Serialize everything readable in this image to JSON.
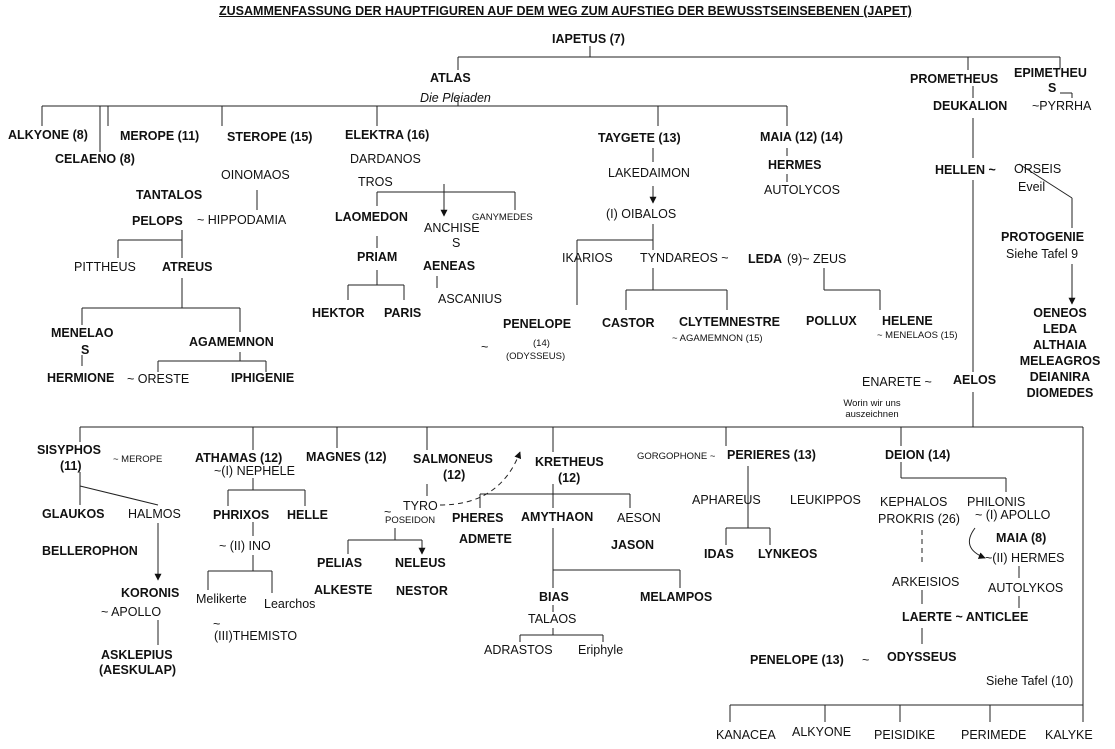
{
  "title": "ZUSAMMENFASSUNG DER HAUPTFIGUREN AUF DEM WEG ZUM AUFSTIEG DER BEWUSSTSEINSEBENEN (JAPET)",
  "nodes": {
    "iapetus": "IAPETUS (7)",
    "atlas": "ATLAS",
    "pleiaden": "Die Pleiaden",
    "prometheus": "PROMETHEUS",
    "epimetheus_1": "EPIMETHEU",
    "epimetheus_2": "S",
    "pyrrha": "~PYRRHA",
    "deukalion": "DEUKALION",
    "alkyone8": "ALKYONE (8)",
    "celaeno": "CELAENO (8)",
    "merope11": "MEROPE (11)",
    "sterope": "STEROPE (15)",
    "oinomaos": "OINOMAOS",
    "elektra": "ELEKTRA (16)",
    "dardanos": "DARDANOS",
    "tros": "TROS",
    "taygete": "TAYGETE (13)",
    "lakedaimon": "LAKEDAIMON",
    "oibalos": "(I) OIBALOS",
    "maia1214": "MAIA (12) (14)",
    "hermes_top": "HERMES",
    "autolycos": "AUTOLYCOS",
    "hellen": "HELLEN ~",
    "orseis": "ORSEIS",
    "eveil": "Eveil",
    "tantalos": "TANTALOS",
    "pelops": "PELOPS",
    "hippodamia": "~ HIPPODAMIA",
    "laomedon": "LAOMEDON",
    "anchises_1": "ANCHISE",
    "anchises_2": "S",
    "ganymedes": "GANYMEDES",
    "ikarios": "IKARIOS",
    "tyndareos": "TYNDAREOS ~",
    "leda_1": "LEDA",
    "leda_2": "(9)~ ZEUS",
    "protogenie": "PROTOGENIE",
    "siehe9": "Siehe Tafel 9",
    "pittheus": "PITTHEUS",
    "atreus": "ATREUS",
    "priam": "PRIAM",
    "aeneas": "AENEAS",
    "ascanius": "ASCANIUS",
    "hektor": "HEKTOR",
    "paris": "PARIS",
    "penelope14_name": "PENELOPE",
    "penelope14_tilde": "~",
    "penelope14_num": "(14)",
    "odysseus_paren": "(ODYSSEUS)",
    "castor": "CASTOR",
    "clytemnestre": "CLYTEMNESTRE",
    "agamemnon15": "~ AGAMEMNON (15)",
    "pollux": "POLLUX",
    "helene": "HELENE",
    "menelaos15": "~ MENELAOS (15)",
    "oeneos": "OENEOS",
    "leda_r": "LEDA",
    "althaia": "ALTHAIA",
    "meleagros": "MELEAGROS",
    "deianira": "DEIANIRA",
    "diomedes": "DIOMEDES",
    "menelaos_1": "MENELAO",
    "menelaos_2": "S",
    "agamemnon": "AGAMEMNON",
    "hermione": "HERMIONE",
    "oreste": "~ ORESTE",
    "iphigenie": "IPHIGENIE",
    "enarete": "ENARETE ~",
    "aelos": "AELOS",
    "worin_1": "Worin wir uns",
    "worin_2": "auszeichnen",
    "sisyphos_1": "SISYPHOS",
    "sisyphos_2": "(11)",
    "merope_sis": "~ MEROPE",
    "athamas": "ATHAMAS (12)",
    "nephele": "~(I) NEPHELE",
    "magnes": "MAGNES (12)",
    "salmoneus_1": "SALMONEUS",
    "salmoneus_2": "(12)",
    "kretheus_1": "KRETHEUS",
    "kretheus_2": "(12)",
    "gorgophone": "GORGOPHONE ~",
    "perieres": "PERIERES (13)",
    "deion": "DEION (14)",
    "glaukos": "GLAUKOS",
    "halmos": "HALMOS",
    "phrixos": "PHRIXOS",
    "helle": "HELLE",
    "tyro": "TYRO",
    "tyro_tilde": "~",
    "poseidon": "POSEIDON",
    "pheres": "PHERES",
    "admete": "ADMETE",
    "amythaon": "AMYTHAON",
    "aeson": "AESON",
    "jason": "JASON",
    "aphareus": "APHAREUS",
    "leukippos": "LEUKIPPOS",
    "kephalos": "KEPHALOS",
    "prokris": "PROKRIS (26)",
    "philonis": "PHILONIS",
    "apollo_i": "~ (I) APOLLO",
    "maia8": "MAIA (8)",
    "hermes_ii": "~(II) HERMES",
    "bellerophon": "BELLEROPHON",
    "ino": "~ (II) INO",
    "pelias": "PELIAS",
    "neleus": "NELEUS",
    "idas": "IDAS",
    "lynkeos": "LYNKEOS",
    "arkeisios": "ARKEISIOS",
    "autolykos": "AUTOLYKOS",
    "koronis": "KORONIS",
    "apollo": "~ APOLLO",
    "melikerte": "Melikerte",
    "learchos": "Learchos",
    "alkeste": "ALKESTE",
    "nestor": "NESTOR",
    "bias": "BIAS",
    "melampos": "MELAMPOS",
    "laerte": "LAERTE ~ ANTICLEE",
    "themisto_1": "~",
    "themisto_2": "(III)THEMISTO",
    "talaos": "TALAOS",
    "asklepius": "ASKLEPIUS",
    "aeskulap": "(AESKULAP)",
    "adrastos": "ADRASTOS",
    "eriphyle": "Eriphyle",
    "penelope13": "PENELOPE (13)",
    "penelope13_tilde": "~",
    "odysseus": "ODYSSEUS",
    "siehe10": "Siehe Tafel (10)",
    "kanacea": "KANACEA",
    "alkyone_b": "ALKYONE",
    "peisidike": "PEISIDIKE",
    "perimede": "PERIMEDE",
    "kalyke": "KALYKE"
  }
}
